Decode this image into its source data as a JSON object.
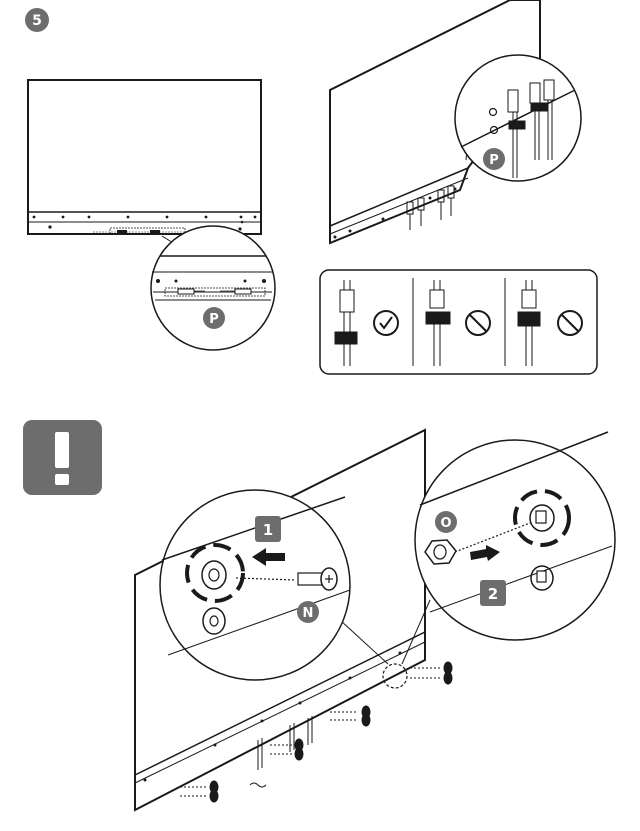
{
  "step": {
    "number": "5"
  },
  "labels": {
    "cable_part": "P",
    "screw_part": "N",
    "nut_part": "O",
    "step_1": "1",
    "step_2": "2"
  },
  "cable_check": [
    {
      "status": "correct",
      "icon": "check-circle-icon"
    },
    {
      "status": "incorrect",
      "icon": "prohibited-icon"
    },
    {
      "status": "incorrect",
      "icon": "prohibited-icon"
    }
  ],
  "colors": {
    "badge": "#6d6d6d",
    "line": "#1a1a1a",
    "background": "#ffffff"
  },
  "warning": {
    "icon": "exclamation-icon"
  }
}
